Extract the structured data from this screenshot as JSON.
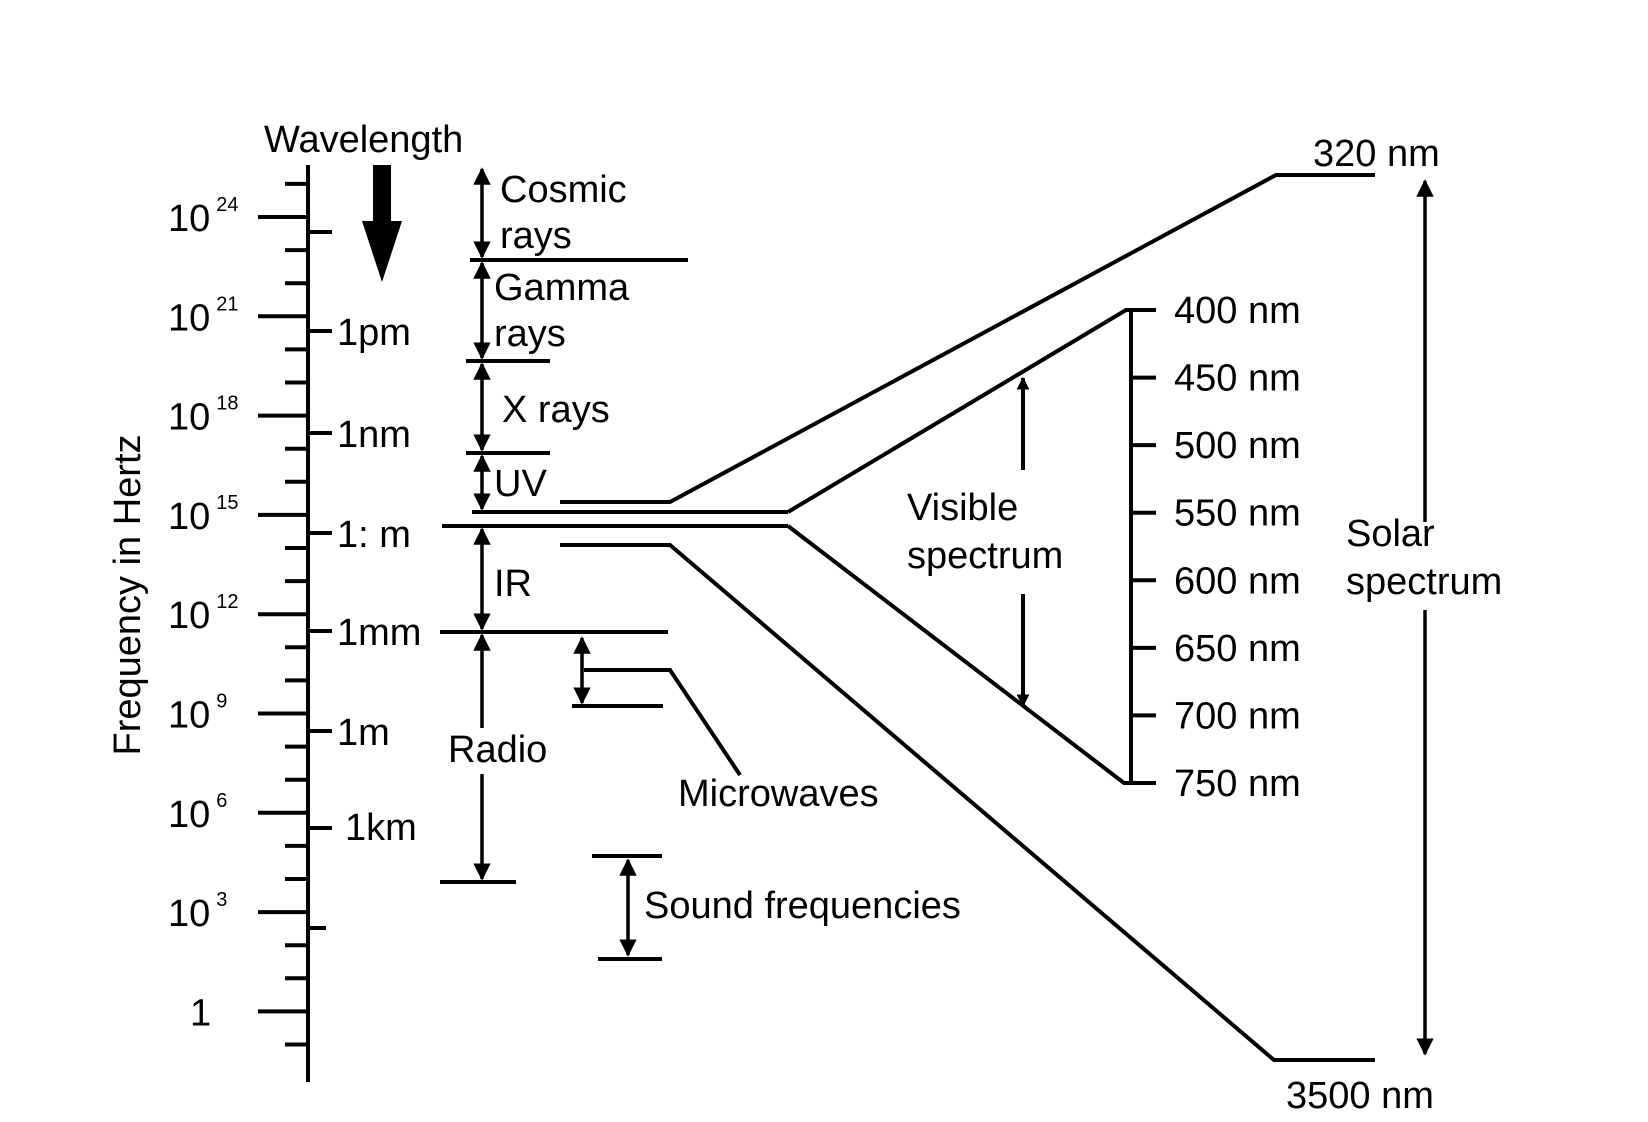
{
  "axis": {
    "title": "Frequency in Hertz",
    "wavelength_label": "Wavelength",
    "frequency_ticks": [
      {
        "base": "10",
        "exp": "24"
      },
      {
        "base": "10",
        "exp": "21"
      },
      {
        "base": "10",
        "exp": "18"
      },
      {
        "base": "10",
        "exp": "15"
      },
      {
        "base": "10",
        "exp": "12"
      },
      {
        "base": "10",
        "exp": "9"
      },
      {
        "base": "10",
        "exp": "6"
      },
      {
        "base": "10",
        "exp": "3"
      },
      {
        "base": "1",
        "exp": ""
      }
    ],
    "wavelength_ticks": [
      "1pm",
      "1nm",
      "1: m",
      "1mm",
      "1m",
      "1km"
    ]
  },
  "bands": {
    "cosmic": [
      "Cosmic",
      "rays"
    ],
    "gamma": [
      "Gamma",
      "rays"
    ],
    "xrays": "X rays",
    "uv": "UV",
    "ir": "IR",
    "radio": "Radio",
    "microwaves": "Microwaves",
    "sound": "Sound frequencies"
  },
  "visible": {
    "label": [
      "Visible",
      "spectrum"
    ],
    "wavelengths": [
      "400 nm",
      "450 nm",
      "500 nm",
      "550 nm",
      "600 nm",
      "650 nm",
      "700 nm",
      "750 nm"
    ]
  },
  "solar": {
    "label": [
      "Solar",
      "spectrum"
    ],
    "top": "320 nm",
    "bottom": "3500 nm"
  }
}
